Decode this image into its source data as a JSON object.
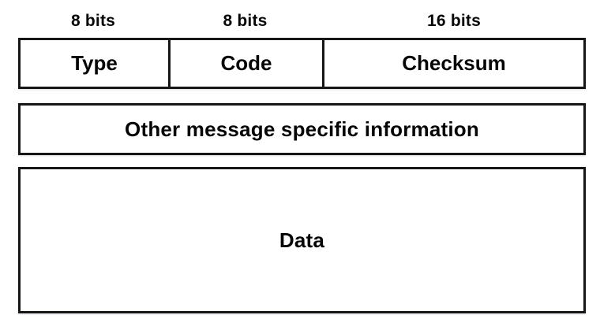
{
  "diagram": {
    "kind": "packet-format",
    "bit_labels": [
      "8 bits",
      "8 bits",
      "16 bits"
    ],
    "fields": [
      "Type",
      "Code",
      "Checksum"
    ],
    "info_row_label": "Other message specific information",
    "data_row_label": "Data",
    "colors": {
      "border": "#161616",
      "text": "#050505",
      "fill": "#ffffff",
      "background": "#ffffff"
    }
  }
}
